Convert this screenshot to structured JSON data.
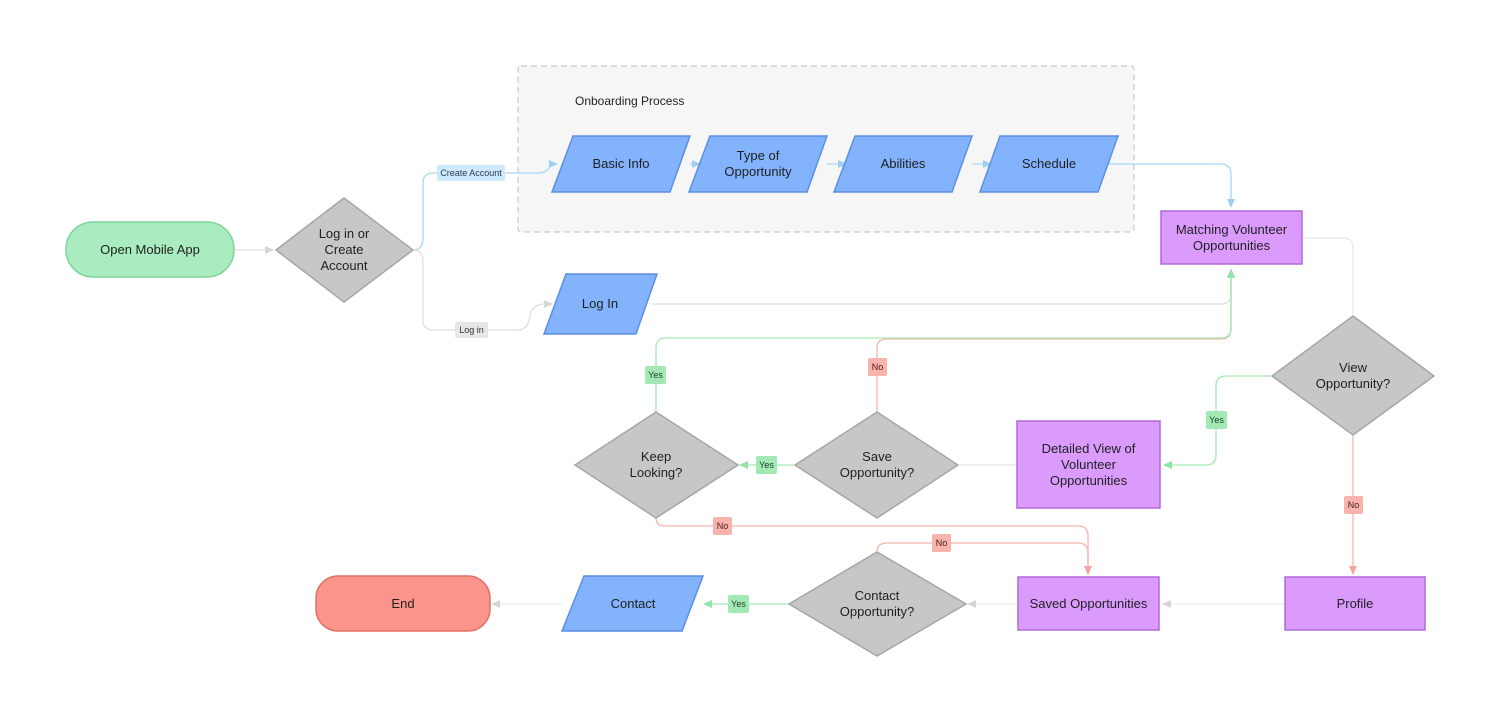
{
  "group": {
    "title": "Onboarding Process"
  },
  "nodes": {
    "open_app": "Open Mobile App",
    "login_or_create": "Log in or\nCreate\nAccount",
    "basic_info": "Basic Info",
    "type_of_opportunity": "Type of\nOpportunity",
    "abilities": "Abilities",
    "schedule": "Schedule",
    "matching": "Matching Volunteer\nOpportunities",
    "log_in": "Log In",
    "view_opportunity": "View\nOpportunity?",
    "detailed_view": "Detailed View of\nVolunteer\nOpportunities",
    "save_opportunity": "Save\nOpportunity?",
    "keep_looking": "Keep\nLooking?",
    "profile": "Profile",
    "saved_opportunities": "Saved Opportunities",
    "contact_opportunity": "Contact\nOpportunity?",
    "contact": "Contact",
    "end": "End"
  },
  "edge_labels": {
    "create_account": "Create Account",
    "log_in": "Log in",
    "view_yes": "Yes",
    "view_no": "No",
    "save_yes": "Yes",
    "save_no": "No",
    "keep_yes": "Yes",
    "keep_no": "No",
    "contact_no": "No",
    "contact_yes": "Yes"
  },
  "colors": {
    "terminal_start": "#a8ecbf",
    "terminal_end": "#fb958b",
    "decision": "#c8c7c8",
    "io": "#82b3fc",
    "process": "#db9bfd",
    "edge_neutral": "#e0e0e0",
    "edge_blue": "#a9d6f5",
    "edge_green": "#a3e9b5",
    "edge_red": "#f7b3ac"
  }
}
